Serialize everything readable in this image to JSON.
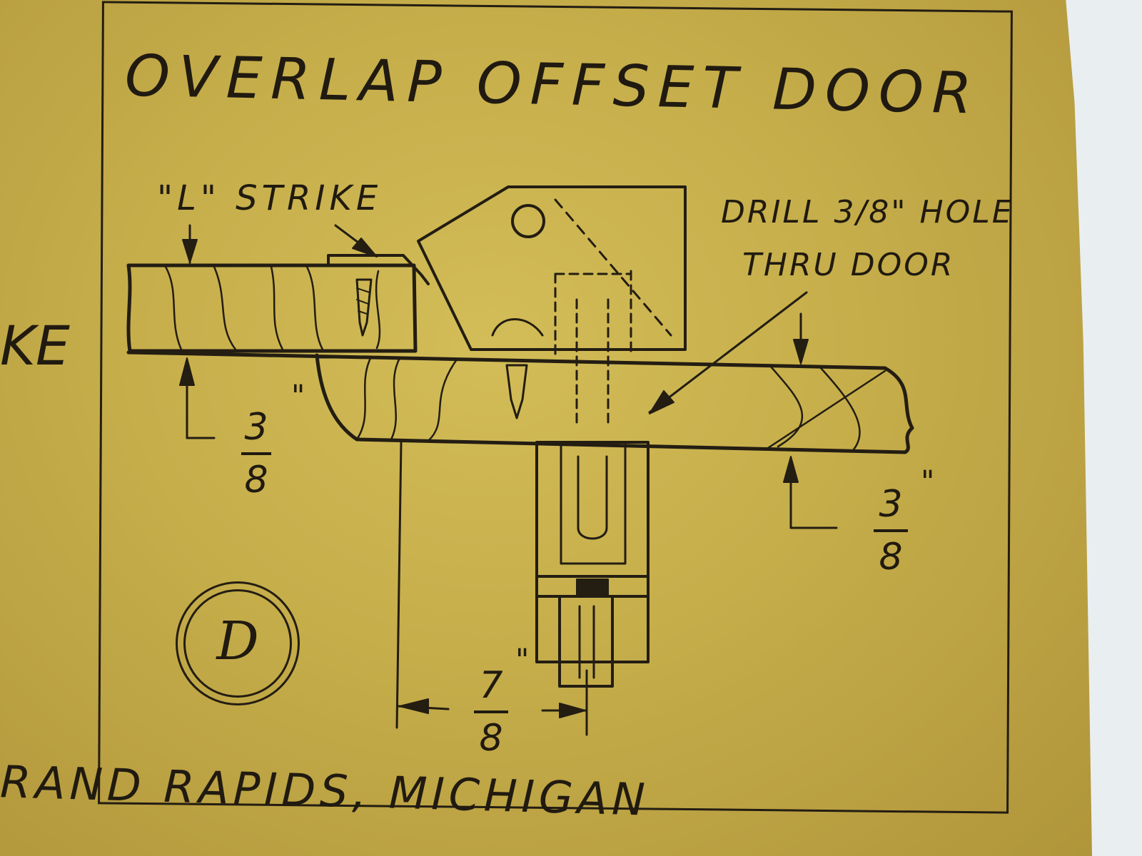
{
  "title": "OVERLAP OFFSET DOOR",
  "labels": {
    "l_strike": "\"L\" STRIKE",
    "drill_line1": "DRILL 3/8\" HOLE",
    "drill_line2": "THRU DOOR",
    "left_edge_partial": "KE"
  },
  "dimensions": [
    {
      "id": "left-thickness",
      "numerator": "3",
      "denominator": "8",
      "unit": "\""
    },
    {
      "id": "right-thickness",
      "numerator": "3",
      "denominator": "8",
      "unit": "\""
    },
    {
      "id": "bottom-offset",
      "numerator": "7",
      "denominator": "8",
      "unit": "\""
    }
  ],
  "badge": {
    "letter": "D"
  },
  "footer": "RAND RAPIDS, MICHIGAN",
  "colors": {
    "paper": "#c9b04c",
    "ink": "#231d12",
    "background": "#e9eef1"
  }
}
